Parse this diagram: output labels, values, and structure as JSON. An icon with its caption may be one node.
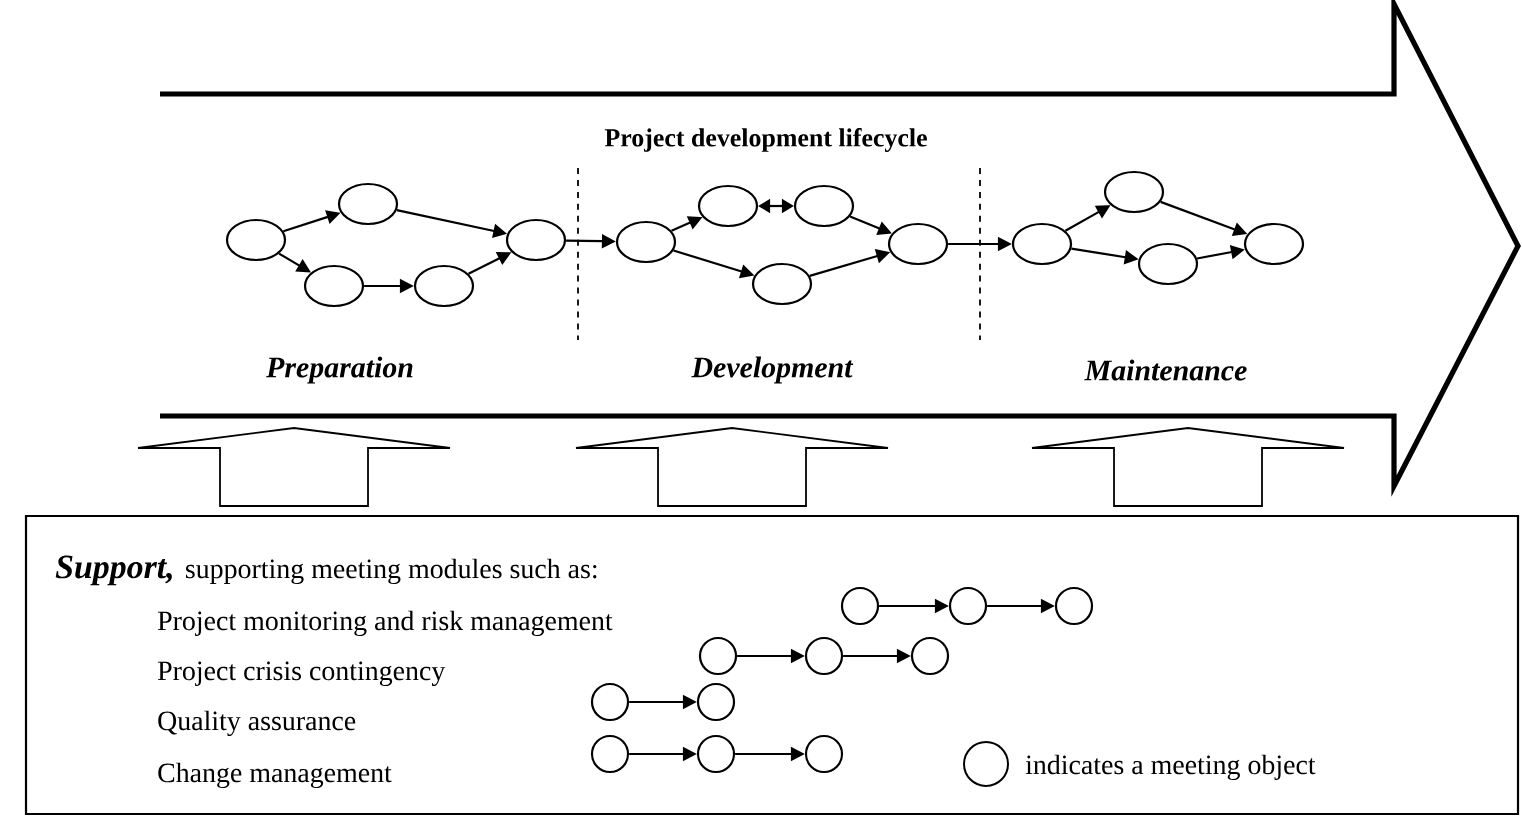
{
  "diagram": {
    "title": "Project development lifecycle",
    "nodes": [
      {
        "text": [],
        "shape": "ellipse"
      },
      {
        "text": [],
        "shape": "ellipse"
      },
      {
        "text": [],
        "shape": "ellipse"
      },
      {
        "text": [],
        "shape": "ellipse"
      },
      {
        "text": [],
        "shape": "ellipse"
      },
      {
        "text": [],
        "shape": "ellipse"
      },
      {
        "text": [],
        "shape": "ellipse"
      },
      {
        "text": [],
        "shape": "ellipse"
      },
      {
        "text": [],
        "shape": "ellipse"
      },
      {
        "text": [],
        "shape": "ellipse"
      },
      {
        "text": [],
        "shape": "ellipse"
      },
      {
        "text": [],
        "shape": "ellipse"
      },
      {
        "text": [],
        "shape": "ellipse"
      },
      {
        "text": [],
        "shape": "ellipse"
      },
      {
        "text": [
          "Support,",
          "supporting meeting modules such as:",
          "Project monitoring and risk management",
          "Project crisis contingency",
          "Quality assurance",
          "Change management"
        ]
      },
      {
        "text": [],
        "shape": "circle",
        "in": 14
      },
      {
        "text": [],
        "shape": "circle",
        "in": 14
      },
      {
        "text": [],
        "shape": "circle",
        "in": 14
      },
      {
        "text": [],
        "shape": "circle",
        "in": 14
      },
      {
        "text": [],
        "shape": "circle",
        "in": 14
      },
      {
        "text": [],
        "shape": "circle",
        "in": 14
      },
      {
        "text": [],
        "shape": "circle",
        "in": 14
      },
      {
        "text": [],
        "shape": "circle",
        "in": 14
      },
      {
        "text": [],
        "shape": "circle",
        "in": 14
      },
      {
        "text": [],
        "shape": "circle",
        "in": 14
      },
      {
        "text": [],
        "shape": "circle",
        "in": 14
      }
    ],
    "edges": [
      {
        "from": 0,
        "to": 1,
        "arrow": "to"
      },
      {
        "from": 0,
        "to": 2,
        "arrow": "to"
      },
      {
        "from": 2,
        "to": 3,
        "arrow": "to"
      },
      {
        "from": 3,
        "to": 4,
        "arrow": "to"
      },
      {
        "from": 1,
        "to": 4,
        "arrow": "to"
      },
      {
        "from": 4,
        "to": 5,
        "arrow": "to"
      },
      {
        "from": 5,
        "to": 6,
        "arrow": "to"
      },
      {
        "from": 6,
        "to": 7,
        "arrow": "both"
      },
      {
        "from": 5,
        "to": 8,
        "arrow": "to"
      },
      {
        "from": 7,
        "to": 9,
        "arrow": "to"
      },
      {
        "from": 8,
        "to": 9,
        "arrow": "to"
      },
      {
        "from": 9,
        "to": 10,
        "arrow": "to"
      },
      {
        "from": 10,
        "to": 11,
        "arrow": "to"
      },
      {
        "from": 10,
        "to": 12,
        "arrow": "to"
      },
      {
        "from": 11,
        "to": 13,
        "arrow": "to"
      },
      {
        "from": 12,
        "to": 13,
        "arrow": "to"
      },
      {
        "from": 15,
        "to": 16,
        "arrow": "to"
      },
      {
        "from": 16,
        "to": 17,
        "arrow": "to"
      },
      {
        "from": 18,
        "to": 19,
        "arrow": "to"
      },
      {
        "from": 19,
        "to": 20,
        "arrow": "to"
      },
      {
        "from": 21,
        "to": 22,
        "arrow": "to"
      },
      {
        "from": 23,
        "to": 24,
        "arrow": "to"
      },
      {
        "from": 24,
        "to": 25,
        "arrow": "to"
      }
    ],
    "labels": [
      "Preparation",
      "Development",
      "Maintenance"
    ],
    "legend": [
      {
        "text": "indicates a meeting object"
      }
    ]
  }
}
